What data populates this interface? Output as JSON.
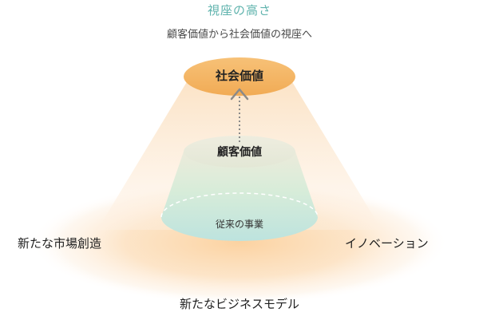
{
  "header": {
    "title": "視座の高さ",
    "subtitle": "顧客価値から社会価値の視座へ"
  },
  "levels": {
    "social_value": "社会価値",
    "customer_value": "顧客価値",
    "existing_business": "従来の事業"
  },
  "outcomes": {
    "left": "新たな市場創造",
    "right": "イノベーション",
    "bottom": "新たなビジネスモデル"
  },
  "colors": {
    "title_teal": "#5fb3ad",
    "top_orange": "#f3b25a",
    "glow_orange": "#fbd0a0",
    "cone_teal": "#bfe3de",
    "cone_cream": "#ecebdc"
  }
}
